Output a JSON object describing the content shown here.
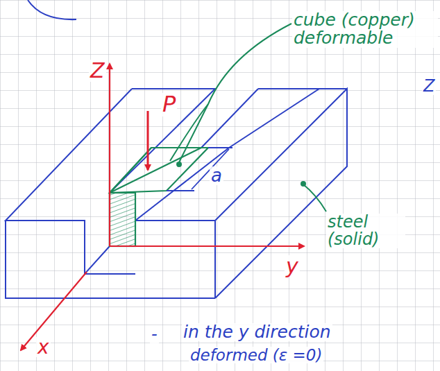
{
  "diagram": {
    "labels": [
      "cube (copper) deformable",
      "Z",
      "P",
      "a",
      "steel (solid)",
      "y",
      "x",
      "Z",
      "-",
      "in the y direction",
      "deformed (ε =0)"
    ]
  }
}
